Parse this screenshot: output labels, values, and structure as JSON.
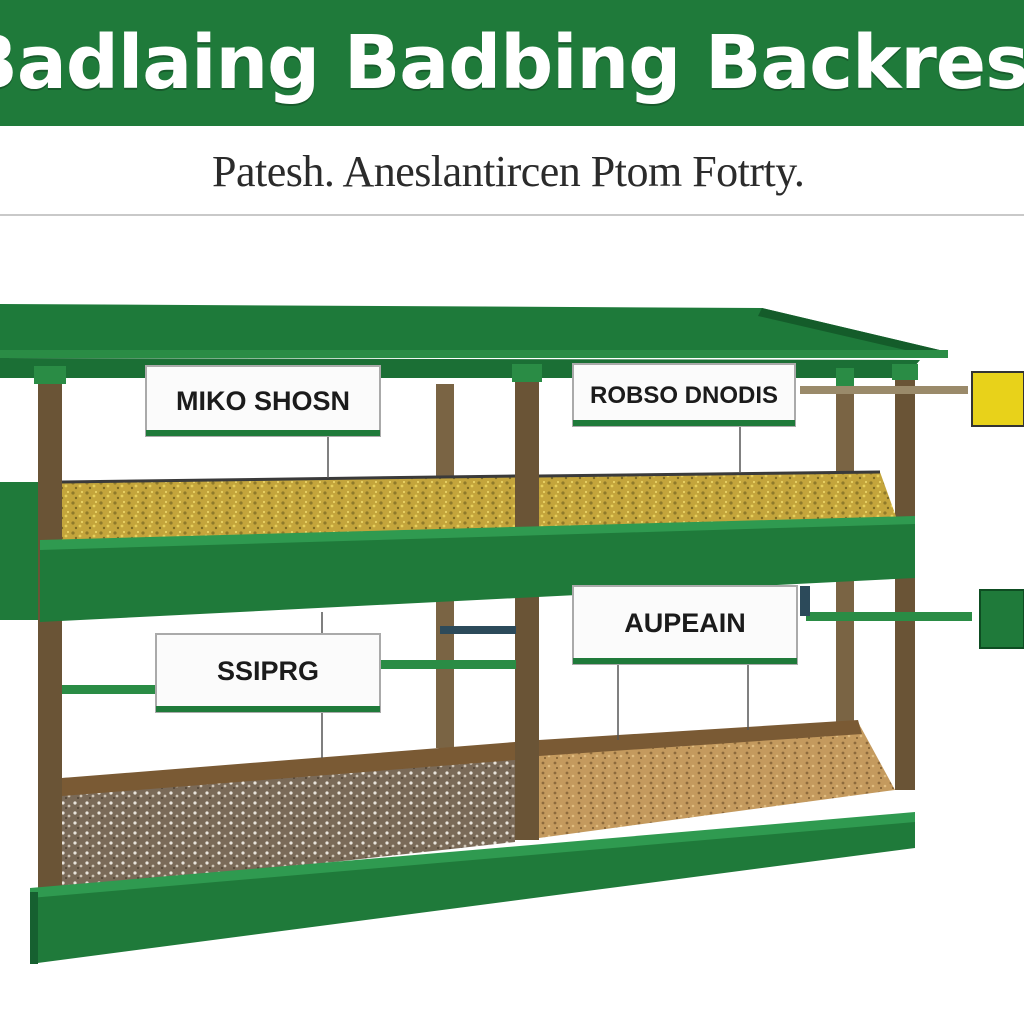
{
  "header": {
    "title": "Badlaing Badbing Backrest",
    "subtitle": "Patesh. Aneslantircen Ptom Fotrty."
  },
  "labels": {
    "top_left": "MIKO SHOSN",
    "top_right": "ROBSO DNODIS",
    "bottom_right": "AUPEAIN",
    "bottom_left": "SSIPRG"
  },
  "colors": {
    "brand_green": "#1f7a3a",
    "roof_green": "#217a3b",
    "post_brown": "#6a5436",
    "grain_gold": "#c9a83a",
    "accent_yellow": "#e8d21a"
  }
}
